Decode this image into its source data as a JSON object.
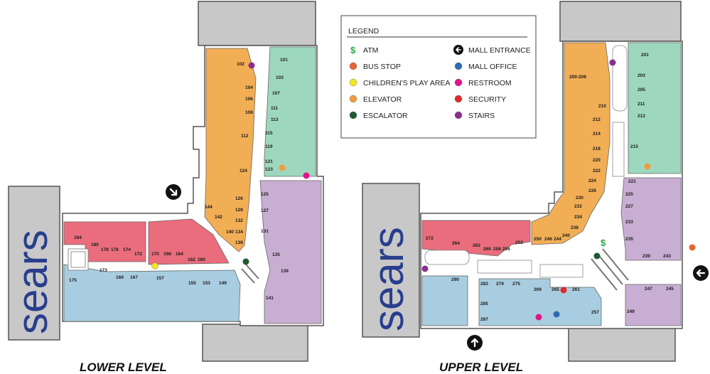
{
  "brand": "sears",
  "levels": {
    "lower": "LOWER LEVEL",
    "upper": "UPPER LEVEL"
  },
  "colors": {
    "orange_zone": "#f2ae55",
    "green_zone": "#9dd8be",
    "lilac_zone": "#c9aed3",
    "pink_zone": "#ea6d7d",
    "blue_zone": "#a9cde0",
    "anchor": "#c8c8c8",
    "walkway": "#ffffff",
    "outline": "#555555",
    "sears_text": "#283e8d"
  },
  "legend": {
    "title": "LEGEND",
    "left": [
      {
        "label": "ATM",
        "icon": "dollar-icon",
        "color": "#2aa64a"
      },
      {
        "label": "BUS STOP",
        "icon": "circle-icon",
        "color": "#e8662f"
      },
      {
        "label": "CHILDREN'S PLAY AREA",
        "icon": "circle-icon",
        "color": "#f1e61f"
      },
      {
        "label": "ELEVATOR",
        "icon": "circle-icon",
        "color": "#f19a3e"
      },
      {
        "label": "ESCALATOR",
        "icon": "circle-icon",
        "color": "#1e5a2f"
      }
    ],
    "right": [
      {
        "label": "MALL ENTRANCE",
        "icon": "arrow-circle-icon",
        "color": "#111111"
      },
      {
        "label": "MALL OFFICE",
        "icon": "circle-icon",
        "color": "#2c6cb5"
      },
      {
        "label": "RESTROOM",
        "icon": "circle-icon",
        "color": "#e0158b"
      },
      {
        "label": "SECURITY",
        "icon": "circle-icon",
        "color": "#e02a2a"
      },
      {
        "label": "STAIRS",
        "icon": "circle-icon",
        "color": "#8b2f8f"
      }
    ]
  },
  "units": {
    "lower": [
      "101",
      "102",
      "103",
      "104",
      "106",
      "107",
      "108",
      "111",
      "112",
      "113",
      "115",
      "119",
      "121",
      "123",
      "124",
      "125",
      "126",
      "127",
      "128",
      "131",
      "132",
      "134",
      "135",
      "138",
      "139",
      "140",
      "141",
      "142",
      "144",
      "149",
      "153",
      "155",
      "157",
      "160",
      "162",
      "164",
      "166",
      "167",
      "169",
      "170",
      "172",
      "173",
      "174",
      "175",
      "176",
      "178",
      "180",
      "184"
    ],
    "upper": [
      "200-208",
      "201",
      "203",
      "205",
      "210",
      "211",
      "212",
      "213",
      "214",
      "215",
      "218",
      "220",
      "221",
      "222",
      "224",
      "225",
      "226",
      "227",
      "230",
      "232",
      "233",
      "234",
      "235",
      "238",
      "239",
      "240",
      "243",
      "244",
      "245",
      "246",
      "247",
      "249",
      "250",
      "252",
      "256",
      "257",
      "258",
      "260",
      "261",
      "262",
      "264",
      "265",
      "269",
      "272",
      "275",
      "279",
      "283",
      "285",
      "287",
      "290"
    ]
  }
}
